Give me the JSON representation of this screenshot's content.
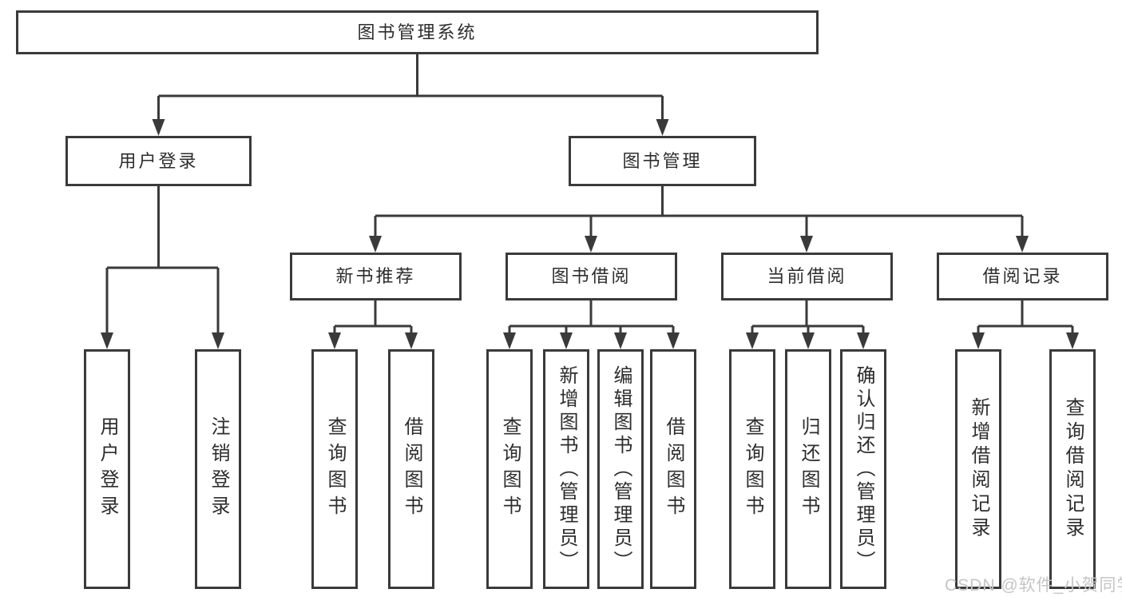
{
  "diagram": {
    "title": "图书管理系统",
    "nodes": {
      "root": {
        "label": "图书管理系统"
      },
      "user_login": {
        "label": "用户登录"
      },
      "book_mgmt": {
        "label": "图书管理"
      },
      "new_book": {
        "label": "新书推荐"
      },
      "book_borrow": {
        "label": "图书借阅"
      },
      "current_borrow": {
        "label": "当前借阅"
      },
      "borrow_record": {
        "label": "借阅记录"
      },
      "leaf_login": {
        "label": "用户登录"
      },
      "leaf_logout": {
        "label": "注销登录"
      },
      "nb_query": {
        "label": "查询图书"
      },
      "nb_borrow": {
        "label": "借阅图书"
      },
      "bb_query": {
        "label": "查询图书"
      },
      "bb_add": {
        "label": "新增图书（管理员）"
      },
      "bb_edit": {
        "label": "编辑图书（管理员）"
      },
      "bb_borrow": {
        "label": "借阅图书"
      },
      "cb_query": {
        "label": "查询图书"
      },
      "cb_return": {
        "label": "归还图书"
      },
      "cb_confirm": {
        "label": "确认归还（管理员）"
      },
      "br_add": {
        "label": "新增借阅记录"
      },
      "br_query": {
        "label": "查询借阅记录"
      }
    },
    "structure": {
      "图书管理系统": {
        "用户登录": [
          "用户登录",
          "注销登录"
        ],
        "图书管理": {
          "新书推荐": [
            "查询图书",
            "借阅图书"
          ],
          "图书借阅": [
            "查询图书",
            "新增图书（管理员）",
            "编辑图书（管理员）",
            "借阅图书"
          ],
          "当前借阅": [
            "查询图书",
            "归还图书",
            "确认归还（管理员）"
          ],
          "借阅记录": [
            "新增借阅记录",
            "查询借阅记录"
          ]
        }
      }
    }
  },
  "watermark": {
    "text": "CSDN @软件_小贺同学"
  },
  "colors": {
    "line": "#3a3a3a",
    "text": "#2d2d2d",
    "box_bg": "#ffffff",
    "background": "#ffffff",
    "watermark": "#c5c5c5"
  }
}
